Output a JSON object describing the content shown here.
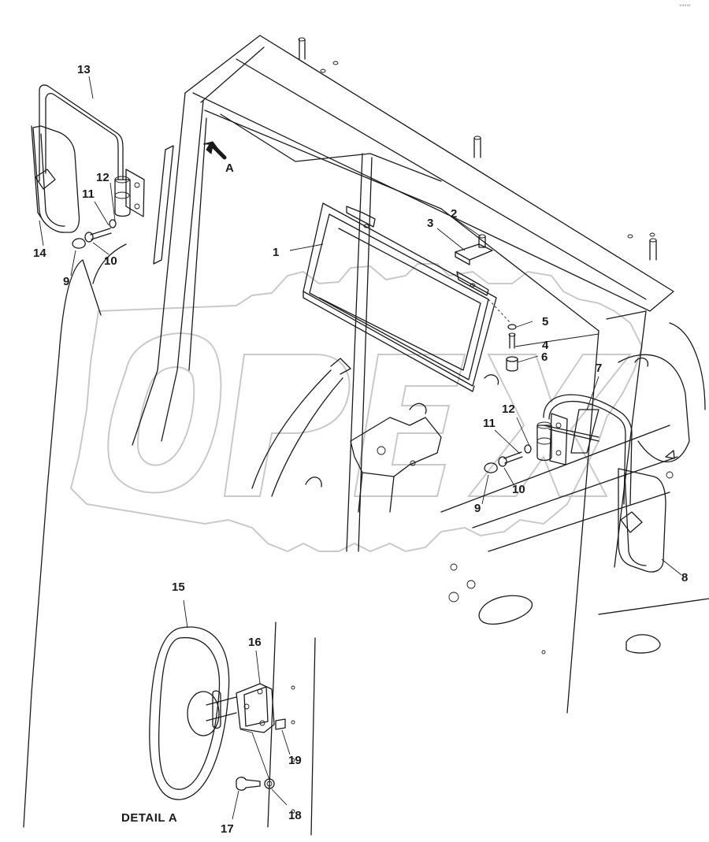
{
  "callouts": [
    {
      "id": "c1",
      "text": "1"
    },
    {
      "id": "c2",
      "text": "2"
    },
    {
      "id": "c3",
      "text": "3"
    },
    {
      "id": "c4",
      "text": "4"
    },
    {
      "id": "c5",
      "text": "5"
    },
    {
      "id": "c6",
      "text": "6"
    },
    {
      "id": "c7",
      "text": "7"
    },
    {
      "id": "c8",
      "text": "8"
    },
    {
      "id": "c9a",
      "text": "9"
    },
    {
      "id": "c9b",
      "text": "9"
    },
    {
      "id": "c10a",
      "text": "10"
    },
    {
      "id": "c10b",
      "text": "10"
    },
    {
      "id": "c11a",
      "text": "11"
    },
    {
      "id": "c11b",
      "text": "11"
    },
    {
      "id": "c12a",
      "text": "12"
    },
    {
      "id": "c12b",
      "text": "12"
    },
    {
      "id": "c13",
      "text": "13"
    },
    {
      "id": "c14",
      "text": "14"
    },
    {
      "id": "c15",
      "text": "15"
    },
    {
      "id": "c16",
      "text": "16"
    },
    {
      "id": "c17",
      "text": "17"
    },
    {
      "id": "c18",
      "text": "18"
    },
    {
      "id": "c19",
      "text": "19"
    }
  ],
  "view_marker": "A",
  "detail_caption": "DETAIL A",
  "watermark_text": "OPEX",
  "corner_mark": "¹⁰⁰¹⁰⁶",
  "colors": {
    "line": "#1a1a1a",
    "watermark": "#c9c9c9",
    "background": "#ffffff"
  }
}
